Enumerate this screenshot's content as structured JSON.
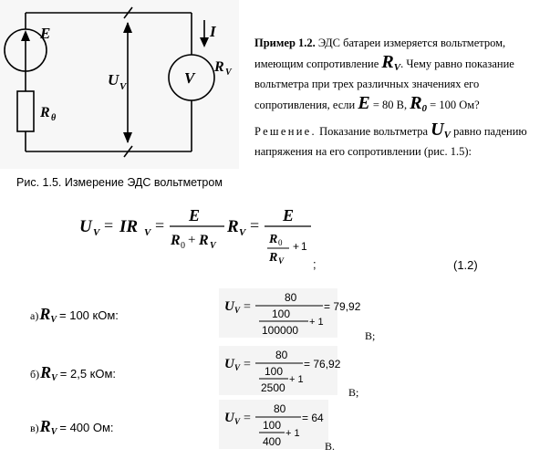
{
  "circuit": {
    "label_E": "E",
    "label_R_theta": "R",
    "label_R_theta_sub": "θ",
    "label_U": "U",
    "label_U_sub": "V",
    "label_V": "V",
    "label_I": "I",
    "label_RV": "R",
    "label_RV_sub": "V"
  },
  "problem": {
    "title": "Пример 1.2.",
    "line1_rest": " ЭДС батареи измеряется вольтметром,",
    "line2_pre": "имеющим сопротивление ",
    "line2_R": "R",
    "line2_Rsub": "V",
    "line2_post": ". Чему равно показание",
    "line3": "вольтметра при трех различных значениях его",
    "line4_pre": "сопротивления, если ",
    "line4_E": "E",
    "line4_Eval": " = 80 В, ",
    "line4_R": "R",
    "line4_Rsub": "0",
    "line4_Rval": " = 100 Ом?",
    "sol_word": "Решение.",
    "sol_line1_pre": " Показание вольтметра ",
    "sol_U": "U",
    "sol_Usub": "V",
    "sol_line1_post": " равно падению",
    "sol_line2": "напряжения на его сопротивлении (рис. 1.5):"
  },
  "caption": "Рис. 1.5. Измерение ЭДС вольтметром",
  "formula": {
    "U": "U",
    "V": "V",
    "eq": "=",
    "IR": "IR",
    "E": "E",
    "R": "R",
    "zero": "0",
    "plus": "+",
    "one": "1",
    "semicolon": ";"
  },
  "equation_number": "(1.2)",
  "cases": [
    {
      "letter": "а)",
      "R": "R",
      "Rsub": "V",
      "value": "= 100 кОм:",
      "num": "80",
      "den_num": "100",
      "den_den": "100000",
      "plus_one": "+ 1",
      "result": "= 79,92",
      "unit": "В;"
    },
    {
      "letter": "б)",
      "R": "R",
      "Rsub": "V",
      "value": "= 2,5 кОм:",
      "num": "80",
      "den_num": "100",
      "den_den": "2500",
      "plus_one": "+ 1",
      "result": "= 76,92",
      "unit": "В;"
    },
    {
      "letter": "в)",
      "R": "R",
      "Rsub": "V",
      "value": "= 400 Ом:",
      "num": "80",
      "den_num": "100",
      "den_den": "400",
      "plus_one": "+ 1",
      "result": "= 64",
      "unit": "В."
    }
  ],
  "case_lhs": {
    "U": "U",
    "V": "V",
    "eq": "="
  }
}
